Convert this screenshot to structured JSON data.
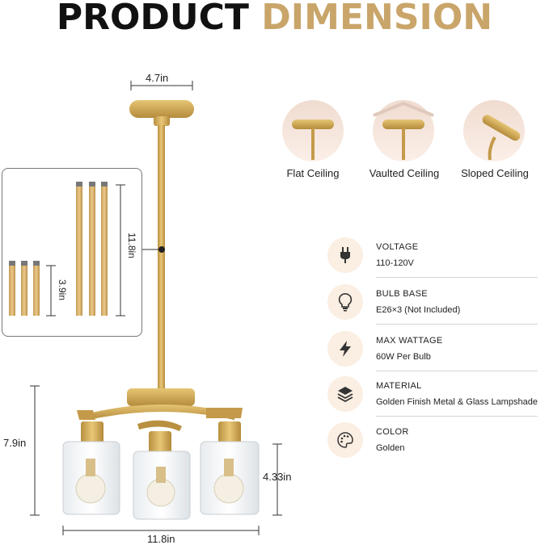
{
  "header": {
    "title_part1": "PRODUCT",
    "title_part2": "DIMENSION"
  },
  "dimensions": {
    "canopy_width": "4.7in",
    "rod_long": "11.8in",
    "rod_short": "3.9in",
    "height": "7.9in",
    "shade_height": "4.33in",
    "width": "11.8in"
  },
  "ceilings": [
    {
      "label": "Flat Ceiling"
    },
    {
      "label": "Vaulted Ceiling"
    },
    {
      "label": "Sloped Ceiling"
    }
  ],
  "specs": [
    {
      "label": "VOLTAGE",
      "value": "110-120V",
      "icon": "plug-icon"
    },
    {
      "label": "BULB BASE",
      "value": "E26×3 (Not Included)",
      "icon": "bulb-icon"
    },
    {
      "label": "MAX WATTAGE",
      "value": "60W Per Bulb",
      "icon": "lightning-icon"
    },
    {
      "label": "MATERIAL",
      "value": "Golden Finish Metal & Glass Lampshade",
      "icon": "layers-icon"
    },
    {
      "label": "COLOR",
      "value": "Golden",
      "icon": "palette-icon"
    }
  ],
  "colors": {
    "gold": "#c9a56a",
    "brass": "#d4ac5a",
    "icon_bg": "#fbeee2"
  }
}
